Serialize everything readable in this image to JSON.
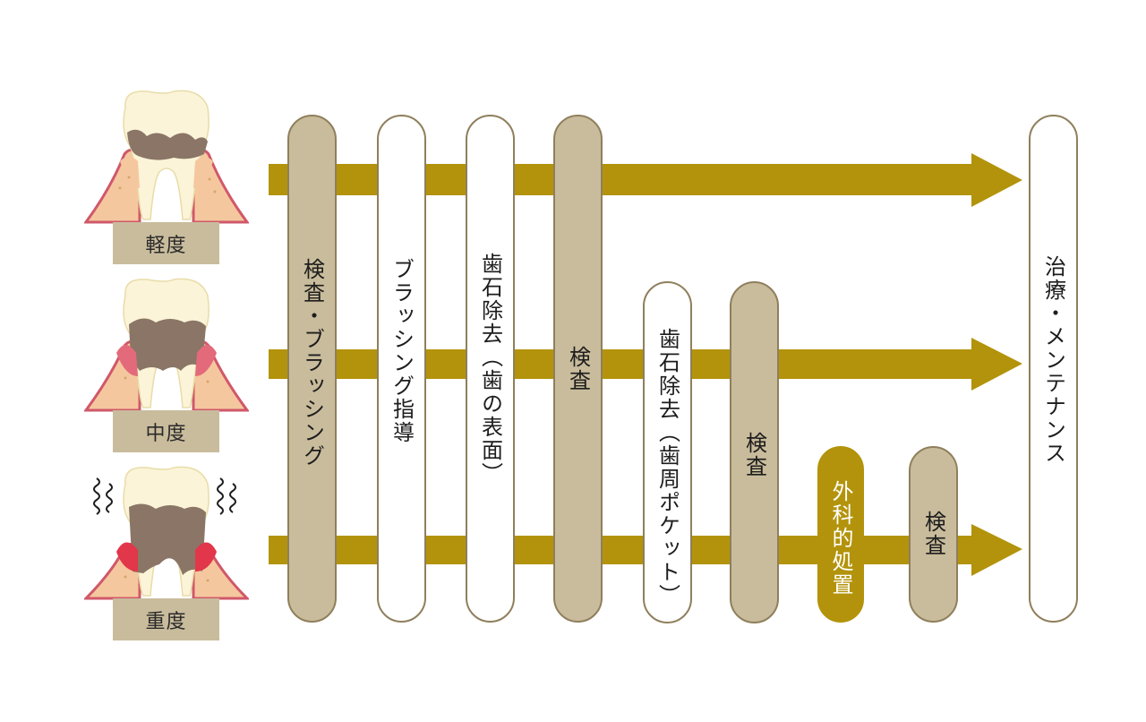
{
  "colors": {
    "arrow": "#b3930b",
    "pill_tan": "#c9bc9c",
    "pill_border": "#8f7f5c",
    "pill_gold": "#b3930b",
    "label_bg": "#c9bc9c",
    "gum": "#f5c79e",
    "gum_edge": "#d0586a",
    "tooth": "#fbf4d8",
    "plaque": "#8a7566"
  },
  "severity_levels": [
    {
      "label": "軽度",
      "icon": "mild-periodontitis-tooth-icon"
    },
    {
      "label": "中度",
      "icon": "moderate-periodontitis-tooth-icon"
    },
    {
      "label": "重度",
      "icon": "severe-periodontitis-tooth-icon"
    }
  ],
  "steps": {
    "exam_brushing": "検査・ブラッシング",
    "brushing_guidance": "ブラッシング指導",
    "scaling_surface": "歯石除去（歯の表面）",
    "exam_1": "検査",
    "scaling_pocket": "歯石除去（歯周ポケット）",
    "exam_2": "検査",
    "surgery": "外科的処置",
    "exam_3": "検査",
    "maintenance": "治療・メンテナンス"
  }
}
